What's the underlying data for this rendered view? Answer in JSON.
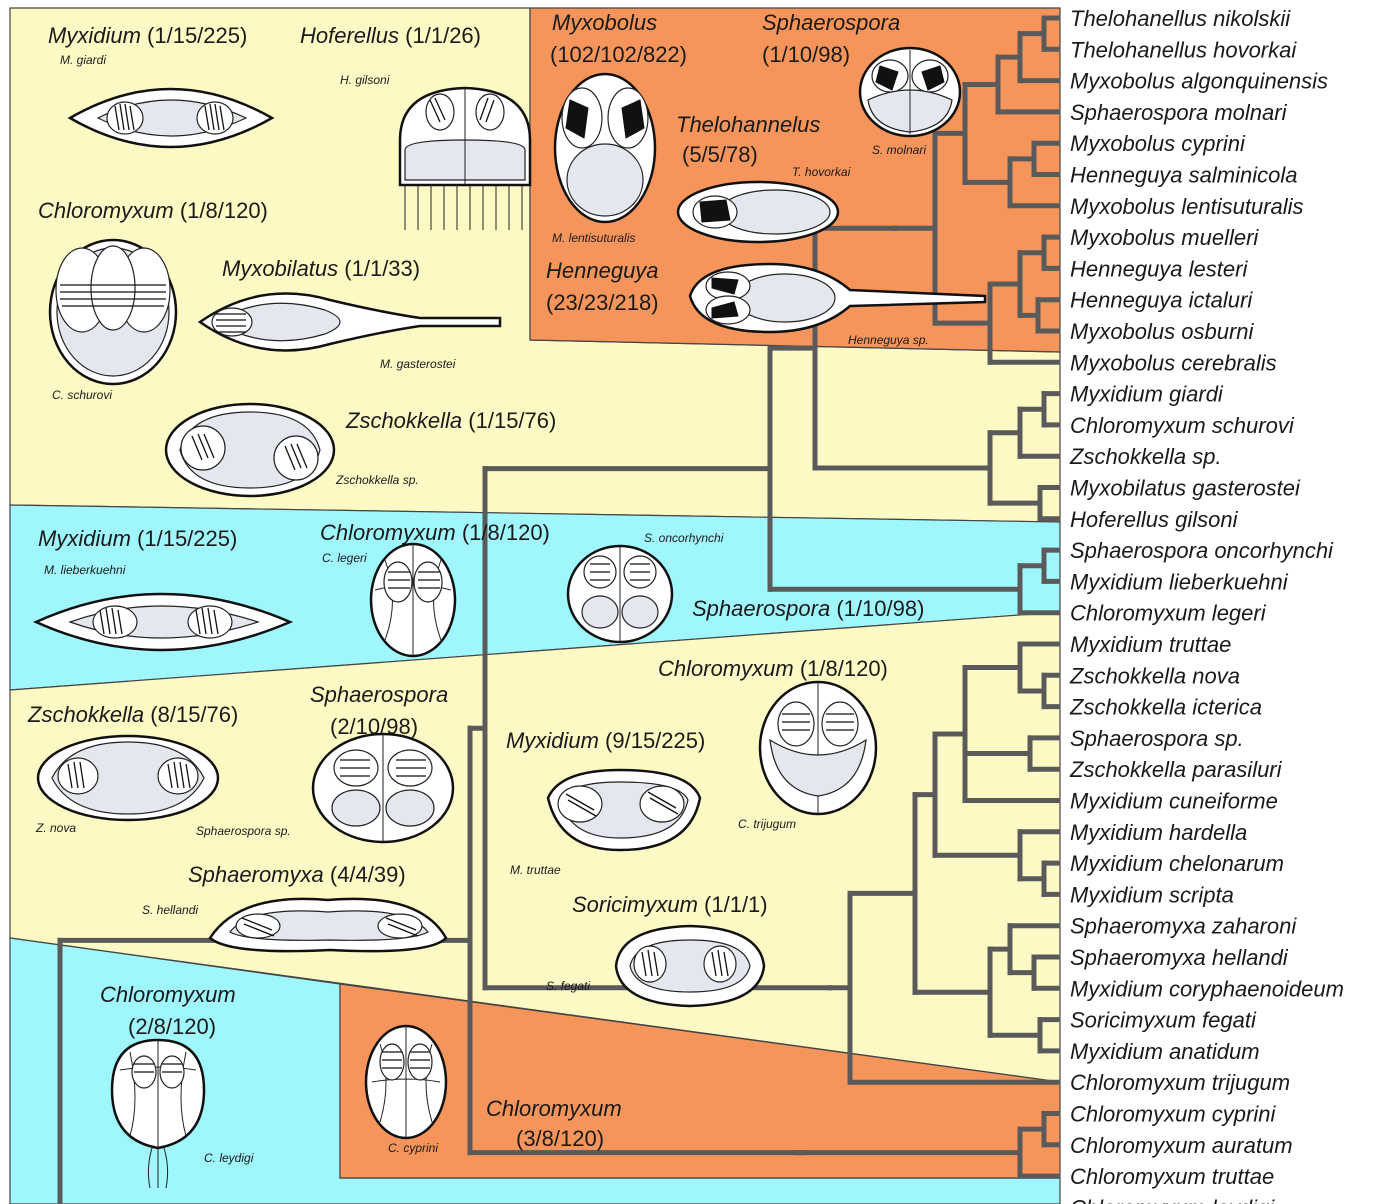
{
  "colors": {
    "yellow": "#fdf9c4",
    "orange": "#f6955b",
    "cyan": "#9ff6fc",
    "branch": "#5a5a5a"
  },
  "tree": {
    "taxa": [
      "Thelohanellus nikolskii",
      "Thelohanellus hovorkai",
      "Myxobolus algonquinensis",
      "Sphaerospora molnari",
      "Myxobolus cyprini",
      "Henneguya salminicola",
      "Myxobolus lentisuturalis",
      "Myxobolus muelleri",
      "Henneguya lesteri",
      "Henneguya ictaluri",
      "Myxobolus osburni",
      "Myxobolus cerebralis",
      "Myxidium giardi",
      "Chloromyxum schurovi",
      "Zschokkella sp.",
      "Myxobilatus gasterostei",
      "Hoferellus gilsoni",
      "Sphaerospora oncorhynchi",
      "Myxidium lieberkuehni",
      "Chloromyxum legeri",
      "Myxidium truttae",
      "Zschokkella nova",
      "Zschokkella icterica",
      "Sphaerospora sp.",
      "Zschokkella parasiluri",
      "Myxidium cuneiforme",
      "Myxidium hardella",
      "Myxidium chelonarum",
      "Myxidium scripta",
      "Sphaeromyxa zaharoni",
      "Sphaeromyxa hellandi",
      "Myxidium coryphaenoideum",
      "Soricimyxum fegati",
      "Myxidium anatidum",
      "Chloromyxum trijugum",
      "Chloromyxum cyprini",
      "Chloromyxum auratum",
      "Chloromyxum truttae",
      "Chloromyxum leydigi"
    ]
  },
  "panels": {
    "p1": {
      "myxidium": {
        "genus": "Myxidium",
        "count": "(1/15/225)",
        "species": "M. giardi"
      },
      "hoferellus": {
        "genus": "Hoferellus",
        "count": "(1/1/26)",
        "species": "H. gilsoni"
      },
      "chloromyxum": {
        "genus": "Chloromyxum",
        "count": "(1/8/120)",
        "species": "C. schurovi"
      },
      "myxobilatus": {
        "genus": "Myxobilatus",
        "count": "(1/1/33)",
        "species": "M. gasterostei"
      },
      "zschokkella": {
        "genus": "Zschokkella",
        "count": "(1/15/76)",
        "species": "Zschokkella sp."
      }
    },
    "p2": {
      "myxobolus": {
        "genus": "Myxobolus",
        "count": "(102/102/822)",
        "species": "M. lentisuturalis"
      },
      "sphaerospora": {
        "genus": "Sphaerospora",
        "count": "(1/10/98)",
        "species": "S. molnari"
      },
      "thelohannelus": {
        "genus": "Thelohannelus",
        "count": "(5/5/78)",
        "species": "T. hovorkai"
      },
      "henneguya": {
        "genus": "Henneguya",
        "count": "(23/23/218)",
        "species": "Henneguya sp."
      }
    },
    "p3": {
      "myxidium": {
        "genus": "Myxidium",
        "count": "(1/15/225)",
        "species": "M. lieberkuehni"
      },
      "chloromyxum": {
        "genus": "Chloromyxum",
        "count": "(1/8/120)",
        "species": "C. legeri"
      },
      "sphaerospora": {
        "genus": "Sphaerospora",
        "count": "(1/10/98)",
        "species": "S. oncorhynchi"
      }
    },
    "p4": {
      "zschokkella": {
        "genus": "Zschokkella",
        "count": "(8/15/76)",
        "species": "Z. nova"
      },
      "sphaerospora": {
        "genus": "Sphaerospora",
        "count": "(2/10/98)",
        "species": "Sphaerospora sp."
      },
      "sphaeromyxa": {
        "genus": "Sphaeromyxa",
        "count": "(4/4/39)",
        "species": "S. hellandi"
      },
      "chloromyxum": {
        "genus": "Chloromyxum",
        "count": "(1/8/120)",
        "species": "C. trijugum"
      },
      "myxidium": {
        "genus": "Myxidium",
        "count": "(9/15/225)",
        "species": "M. truttae"
      },
      "soricimyxum": {
        "genus": "Soricimyxum",
        "count": "(1/1/1)",
        "species": "S. fegati"
      }
    },
    "p5": {
      "chloromyxum": {
        "genus": "Chloromyxum",
        "count": "(2/8/120)",
        "species": "C. leydigi"
      }
    },
    "p6": {
      "chloromyxum": {
        "genus": "Chloromyxum",
        "count": "(3/8/120)",
        "species": "C. cyprini"
      }
    }
  }
}
